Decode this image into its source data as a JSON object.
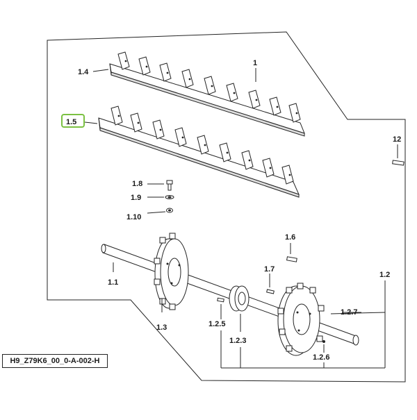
{
  "diagram": {
    "reference_code": "H9_Z79K6_00_0-A-002-H",
    "highlight_color": "#7bc142",
    "callouts": {
      "c1": "1",
      "c1_4": "1.4",
      "c1_5": "1.5",
      "c12": "12",
      "c1_8": "1.8",
      "c1_9": "1.9",
      "c1_10": "1.10",
      "c1_6": "1.6",
      "c1_7": "1.7",
      "c1_1": "1.1",
      "c1_2": "1.2",
      "c1_2_7": "1.2.7",
      "c1_3": "1.3",
      "c1_2_5": "1.2.5",
      "c1_2_3": "1.2.3",
      "c1_2_6": "1.2.6"
    },
    "selected_callout": "1.5"
  }
}
